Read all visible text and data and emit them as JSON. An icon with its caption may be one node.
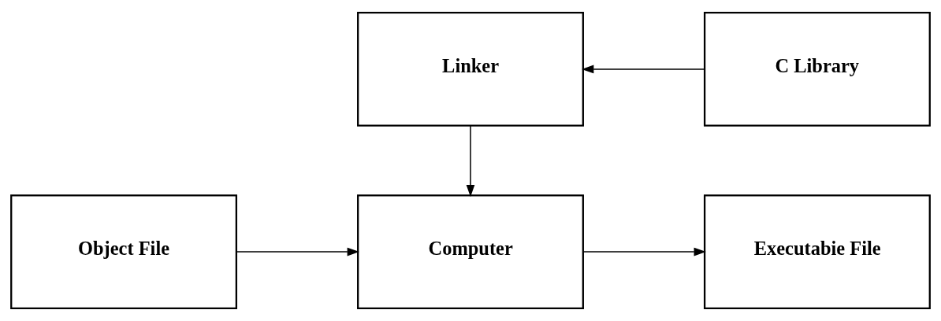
{
  "diagram": {
    "nodes": [
      {
        "text": [
          "Linker"
        ]
      },
      {
        "text": [
          "C Library"
        ]
      },
      {
        "text": [
          "Object File"
        ]
      },
      {
        "text": [
          "Computer"
        ]
      },
      {
        "text": [
          "Executabie File"
        ]
      }
    ],
    "edges": [
      {
        "from": 1,
        "to": 0,
        "arrow": "to"
      },
      {
        "from": 0,
        "to": 3,
        "arrow": "to"
      },
      {
        "from": 2,
        "to": 3,
        "arrow": "to"
      },
      {
        "from": 3,
        "to": 4,
        "arrow": "to"
      }
    ]
  }
}
